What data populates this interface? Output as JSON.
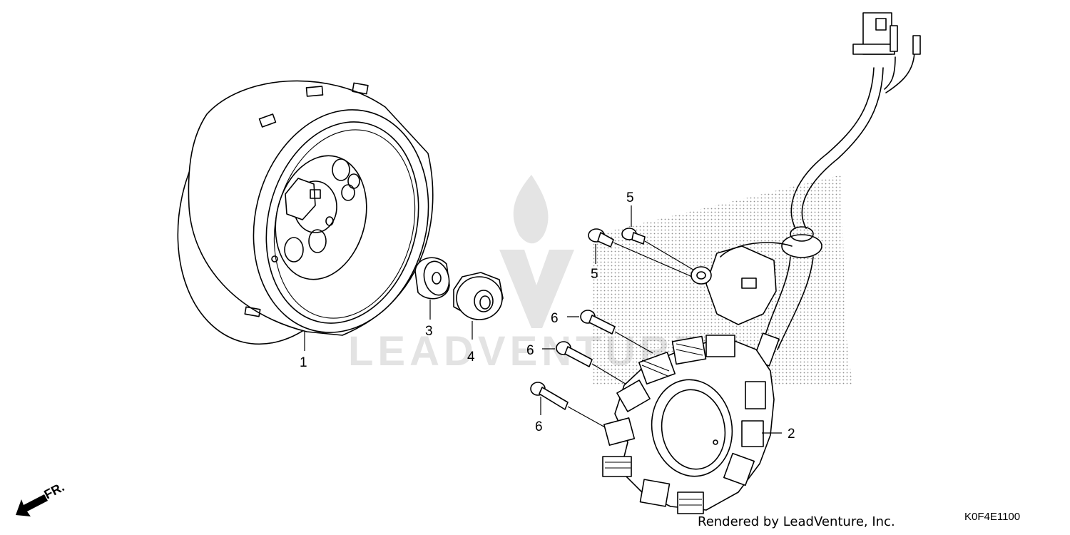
{
  "watermark": {
    "text": "LEADVENTURE"
  },
  "callouts": [
    {
      "id": "1",
      "label": "1"
    },
    {
      "id": "2",
      "label": "2"
    },
    {
      "id": "3",
      "label": "3"
    },
    {
      "id": "4",
      "label": "4"
    },
    {
      "id": "5a",
      "label": "5"
    },
    {
      "id": "5b",
      "label": "5"
    },
    {
      "id": "6a",
      "label": "6"
    },
    {
      "id": "6b",
      "label": "6"
    },
    {
      "id": "6c",
      "label": "6"
    }
  ],
  "direction_marker": {
    "label": "FR."
  },
  "footer": {
    "credit": "Rendered by LeadVenture, Inc.",
    "diagram_code": "K0F4E1100"
  },
  "icons": {
    "direction": "front-direction-arrow-icon",
    "watermark_logo": "flame-v-logo-icon"
  }
}
